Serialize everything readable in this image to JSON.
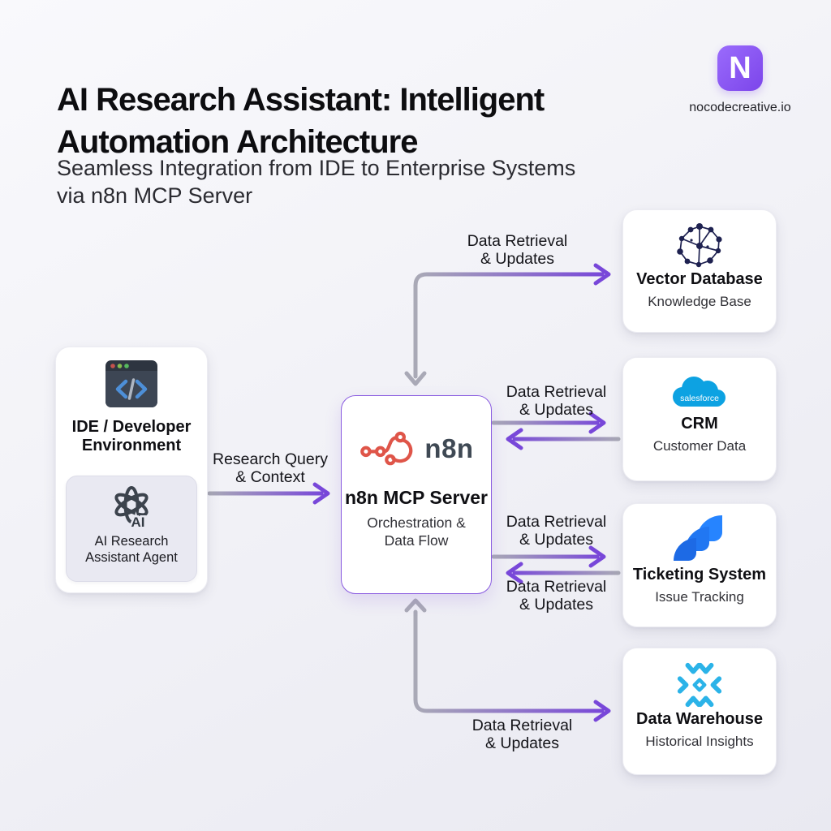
{
  "header": {
    "title_line1": "AI Research Assistant: Intelligent",
    "title_line2": "Automation Architecture",
    "subtitle_line1": "Seamless Integration from IDE to Enterprise Systems",
    "subtitle_line2": "via n8n MCP Server"
  },
  "brand": {
    "logo_letter": "N",
    "site": "nocodecreative.io",
    "logo_color": "#8456F0"
  },
  "nodes": {
    "ide": {
      "icon": "code-editor-icon",
      "title_line1": "IDE / Developer",
      "title_line2": "Environment",
      "agent": {
        "icon": "openai-knot-icon",
        "icon_label": "AI",
        "label_line1": "AI Research",
        "label_line2": "Assistant Agent"
      }
    },
    "mcp_server": {
      "icon": "n8n-logo-icon",
      "logo_text": "n8n",
      "title": "n8n MCP Server",
      "subtitle_line1": "Orchestration &",
      "subtitle_line2": "Data Flow",
      "accent_color": "#8A5CE0",
      "n8n_color": "#DF5549"
    },
    "vector_db": {
      "icon": "network-graph-icon",
      "title": "Vector Database",
      "subtitle": "Knowledge Base",
      "icon_color": "#1E2150"
    },
    "crm": {
      "icon": "salesforce-cloud-icon",
      "icon_label": "salesforce",
      "title": "CRM",
      "subtitle": "Customer Data",
      "icon_color": "#0DA2E2"
    },
    "ticketing": {
      "icon": "jira-icon",
      "title": "Ticketing System",
      "subtitle": "Issue Tracking",
      "icon_color": "#2684FF"
    },
    "warehouse": {
      "icon": "snowflake-icon",
      "title": "Data Warehouse",
      "subtitle": "Historical Insights",
      "icon_color": "#2BB3E8"
    }
  },
  "edges": {
    "research_query": {
      "line1": "Research Query",
      "line2": "& Context"
    },
    "data_retrieval": {
      "line1": "Data Retrieval",
      "line2": "& Updates"
    },
    "purple": "#7847D9",
    "gray": "#A9A9B6"
  }
}
